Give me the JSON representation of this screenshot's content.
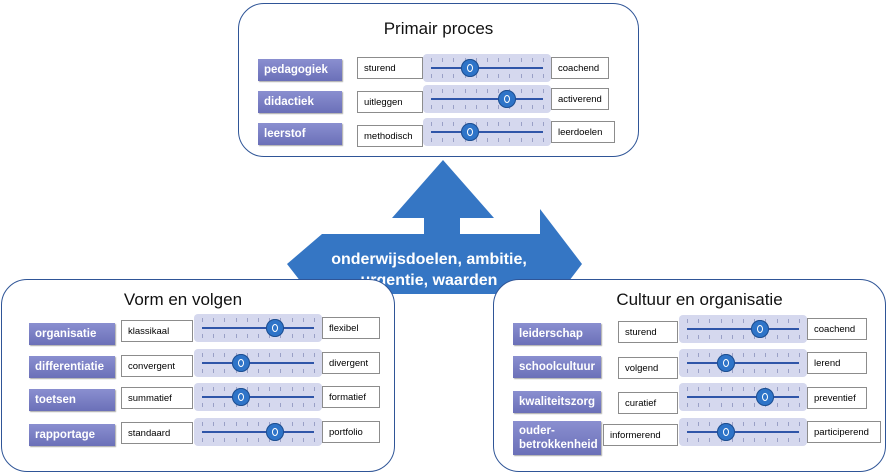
{
  "center": {
    "line1": "onderwijsdoelen, ambitie,",
    "line2": "urgentie, waarden"
  },
  "colors": {
    "arrow": "#3576c4",
    "label": "#7a7fc4",
    "track": "#d5d8ee",
    "thumb": "#2e74c8",
    "border": "#2f5597"
  },
  "panels": {
    "primair": {
      "title": "Primair proces",
      "rows": [
        {
          "label": "pedagogiek",
          "left": "sturend",
          "right": "coachend",
          "value": 0.35
        },
        {
          "label": "didactiek",
          "left": "uitleggen",
          "right": "activerend",
          "value": 0.68
        },
        {
          "label": "leerstof",
          "left": "methodisch",
          "right": "leerdoelen",
          "value": 0.35
        }
      ]
    },
    "vorm": {
      "title": "Vorm  en volgen",
      "rows": [
        {
          "label": "organisatie",
          "left": "klassikaal",
          "right": "flexibel",
          "value": 0.65
        },
        {
          "label": "differentiatie",
          "left": "convergent",
          "right": "divergent",
          "value": 0.35
        },
        {
          "label": "toetsen",
          "left": "summatief",
          "right": "formatief",
          "value": 0.35
        },
        {
          "label": "rapportage",
          "left": "standaard",
          "right": "portfolio",
          "value": 0.65
        }
      ]
    },
    "cultuur": {
      "title": "Cultuur  en organisatie",
      "rows": [
        {
          "label": "leiderschap",
          "left": "sturend",
          "right": "coachend",
          "value": 0.65
        },
        {
          "label": "schoolcultuur",
          "left": "volgend",
          "right": "lerend",
          "value": 0.35
        },
        {
          "label": "kwaliteitszorg",
          "left": "curatief",
          "right": "preventief",
          "value": 0.7
        },
        {
          "label": "ouder-\nbetrokkenheid",
          "left": "informerend",
          "right": "participerend",
          "value": 0.35
        }
      ]
    }
  }
}
